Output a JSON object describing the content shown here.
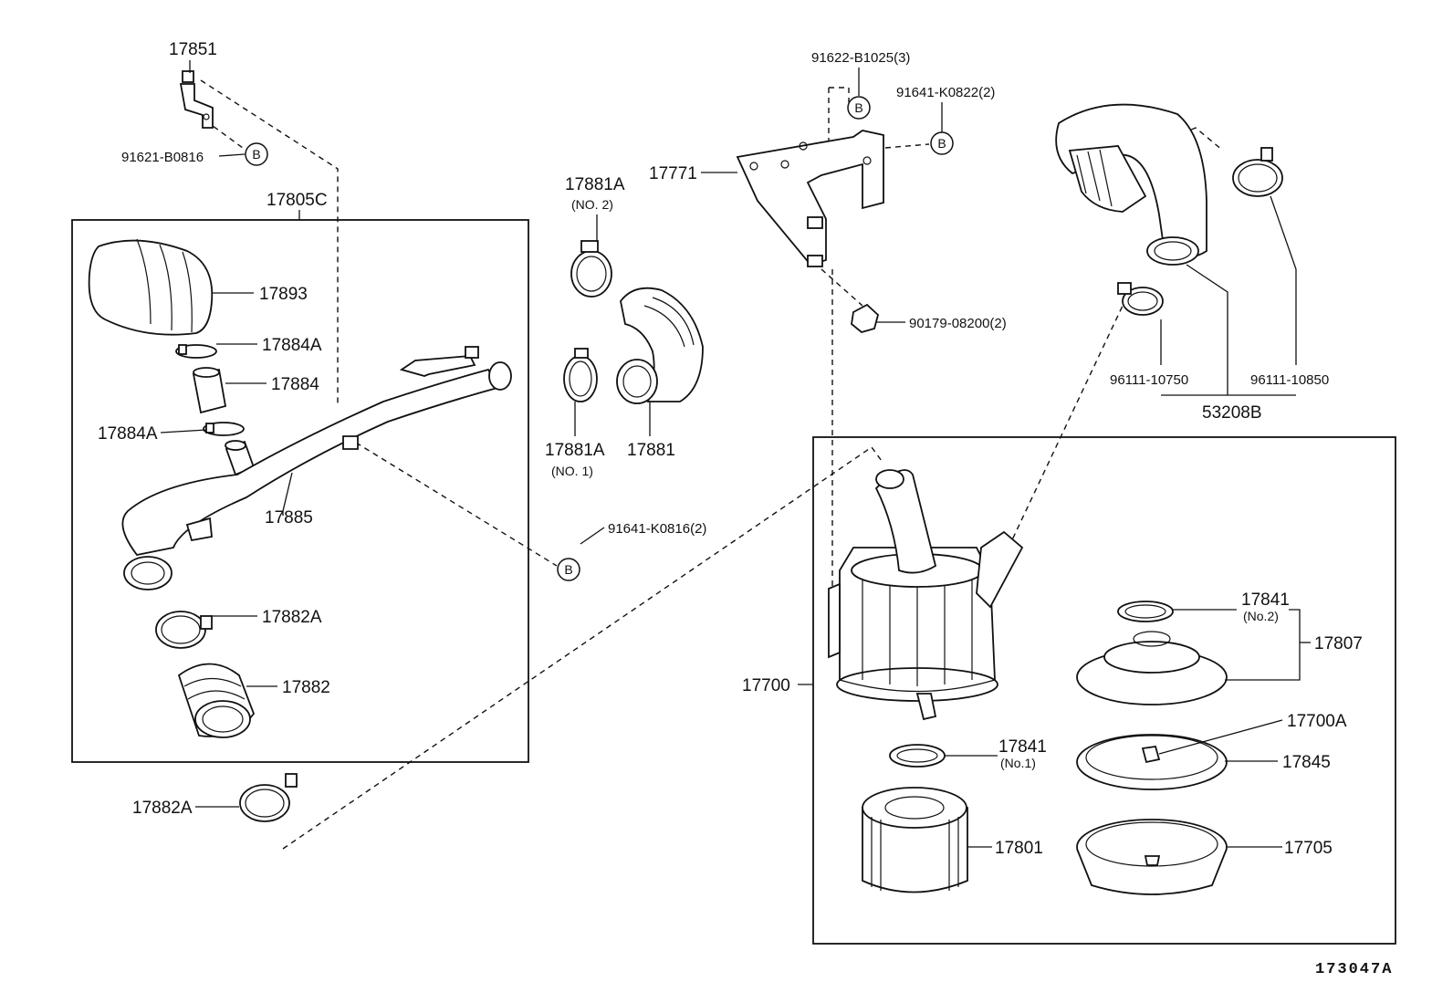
{
  "labels": {
    "p17851": "17851",
    "p91621": "91621-B0816",
    "p17805c": "17805C",
    "p17893": "17893",
    "p17884a_top": "17884A",
    "p17884": "17884",
    "p17884a_left": "17884A",
    "p17885": "17885",
    "p17882a_in": "17882A",
    "p17882": "17882",
    "p17882a_out": "17882A",
    "p17881a_top": "17881A",
    "p17881a_top_sub": "(NO. 2)",
    "p17881a_bot": "17881A",
    "p17881a_bot_sub": "(NO. 1)",
    "p17881": "17881",
    "p91641_k0816": "91641-K0816(2)",
    "p17771": "17771",
    "p91622": "91622-B1025(3)",
    "p91641_k0822": "91641-K0822(2)",
    "p90179": "90179-08200(2)",
    "p96111_10750": "96111-10750",
    "p96111_10850": "96111-10850",
    "p53208b": "53208B",
    "p17700": "17700",
    "p17841_top": "17841",
    "p17841_top_sub": "(No.2)",
    "p17807": "17807",
    "p17700a": "17700A",
    "p17845": "17845",
    "p17841_bot": "17841",
    "p17841_bot_sub": "(No.1)",
    "p17801": "17801",
    "p17705": "17705"
  },
  "markers": {
    "b": "B"
  },
  "reference": "173047A"
}
